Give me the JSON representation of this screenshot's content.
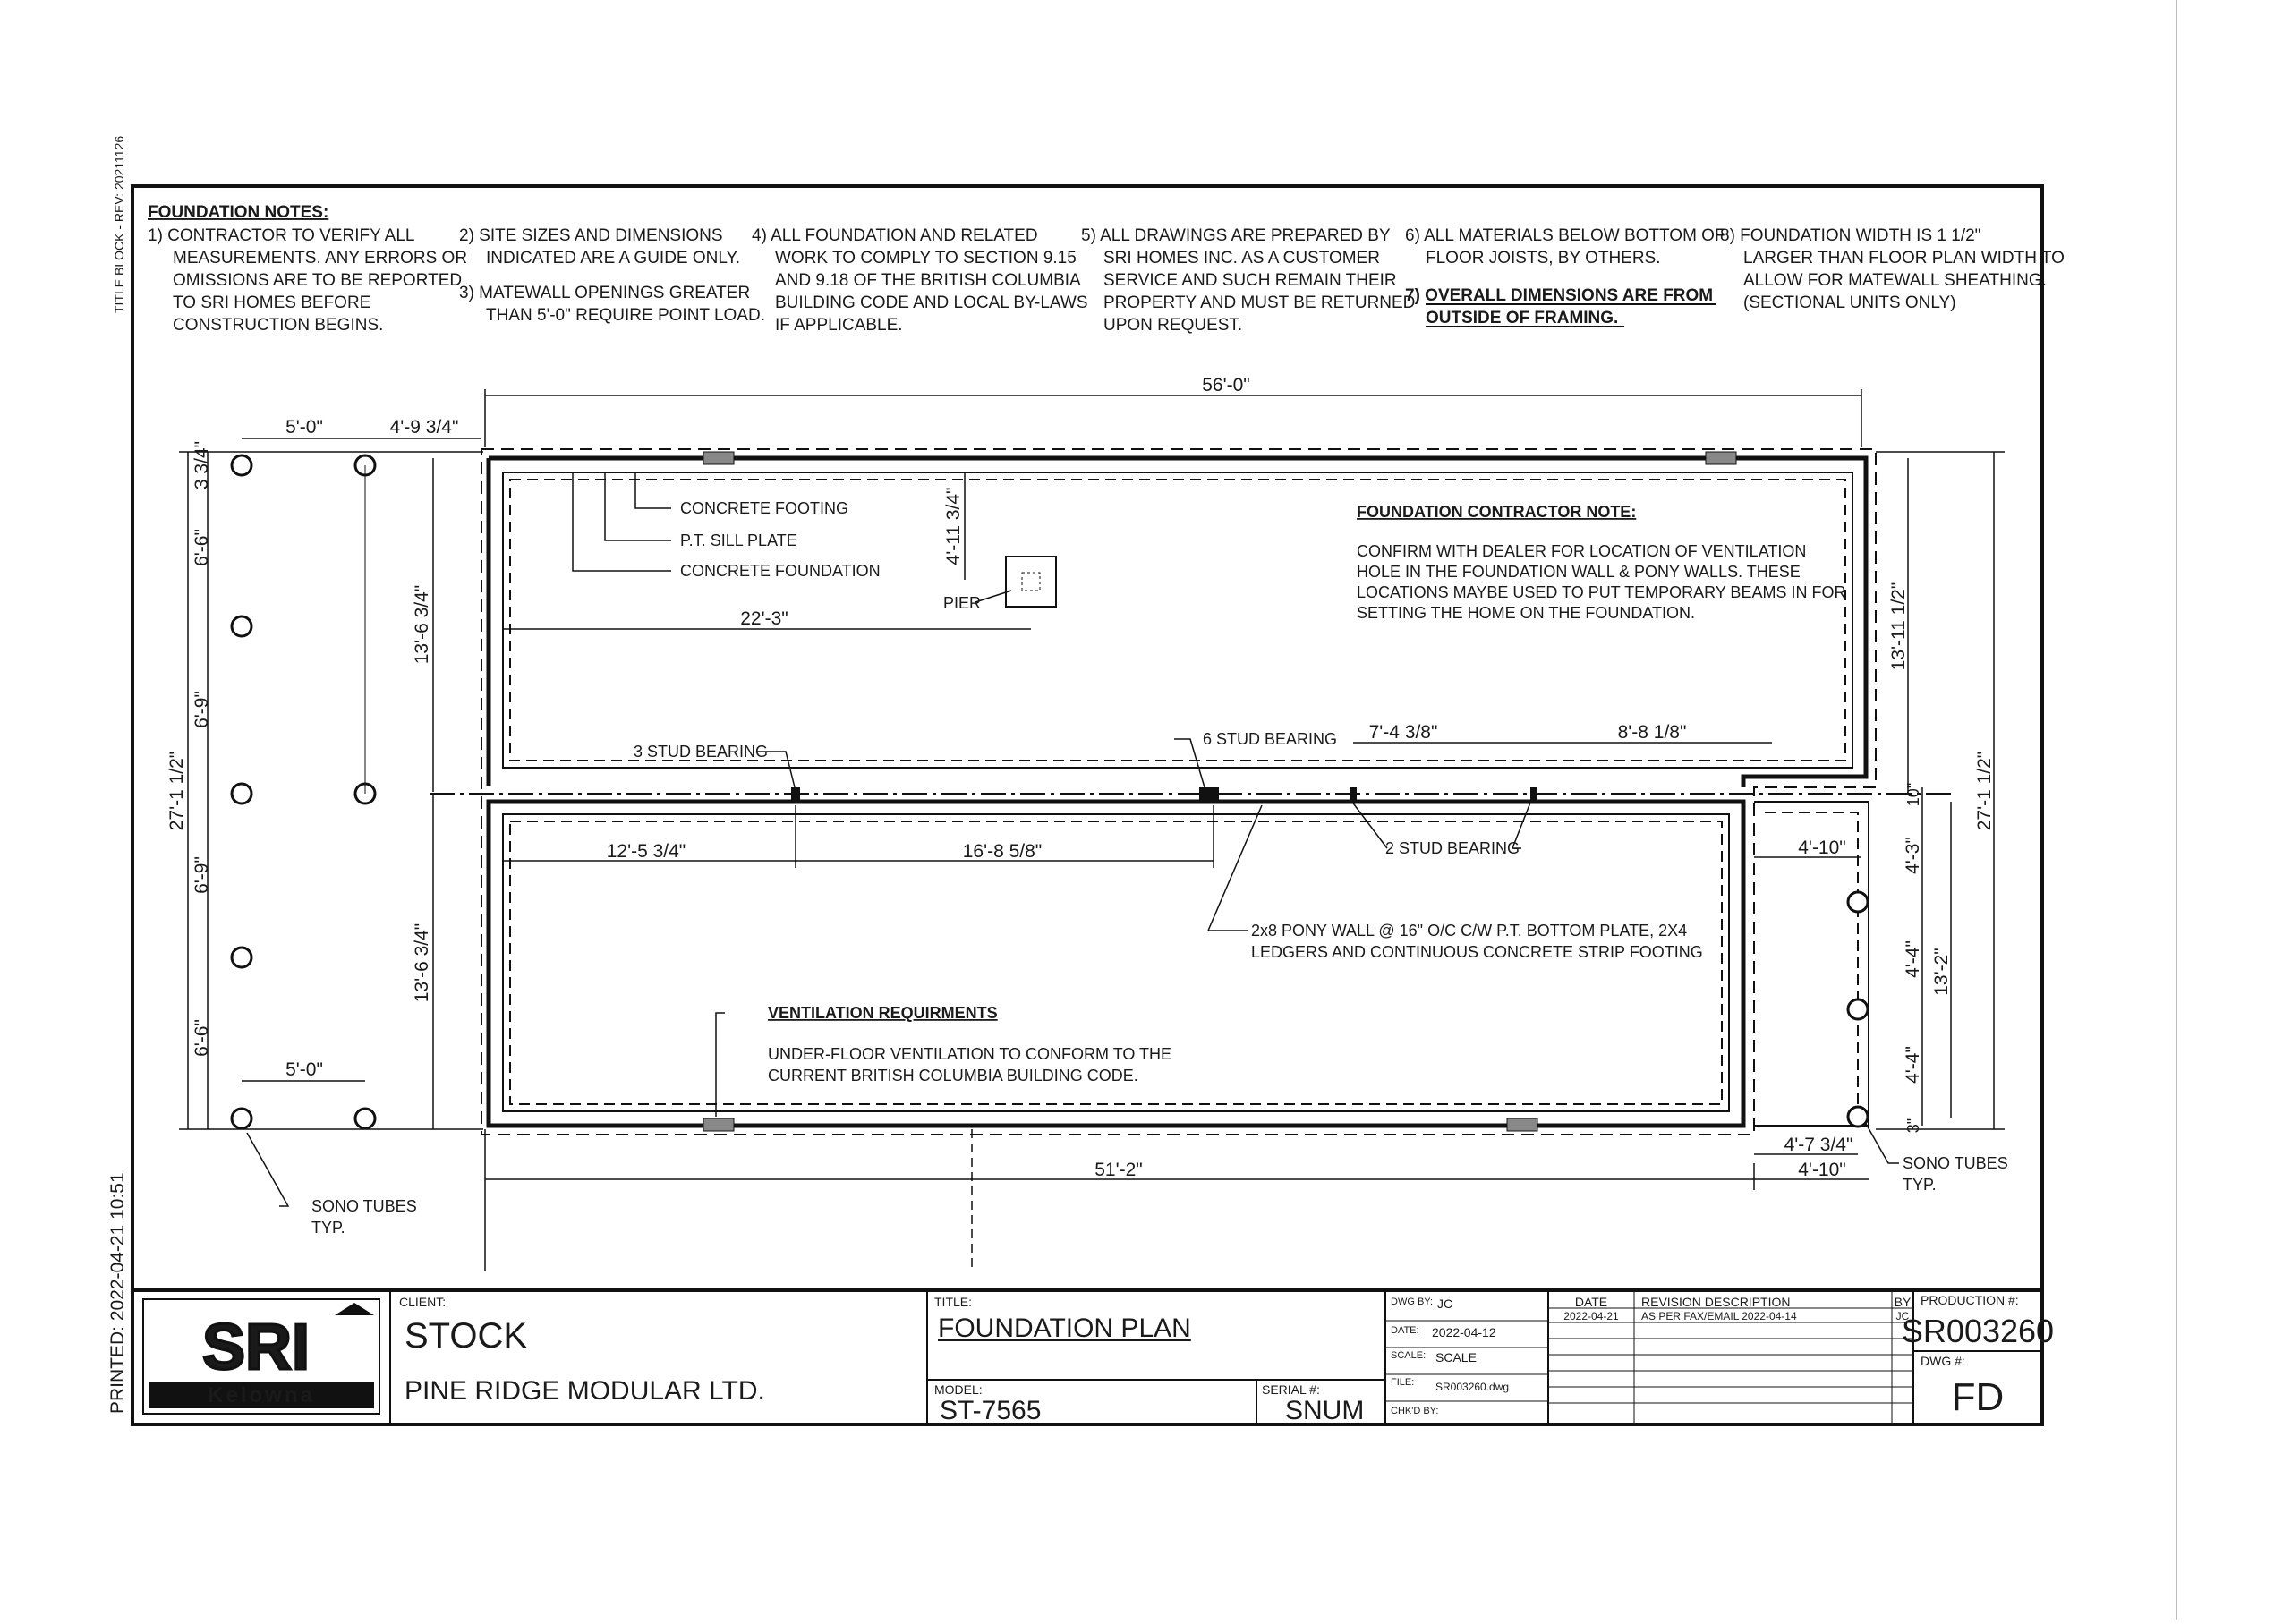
{
  "side_label": "TITLE BLOCK - REV: 20211126",
  "printed": "PRINTED: 2022-04-21  10:51",
  "notes": {
    "title": "FOUNDATION NOTES:",
    "n1": [
      "1) CONTRACTOR TO VERIFY ALL",
      "MEASUREMENTS. ANY ERRORS OR",
      "OMISSIONS ARE TO BE REPORTED",
      "TO SRI HOMES BEFORE",
      "CONSTRUCTION BEGINS."
    ],
    "n2": [
      "2) SITE SIZES AND DIMENSIONS",
      "INDICATED ARE A GUIDE ONLY."
    ],
    "n3": [
      "3) MATEWALL OPENINGS GREATER",
      "THAN 5'-0\" REQUIRE POINT LOAD."
    ],
    "n4": [
      "4) ALL FOUNDATION AND RELATED",
      "WORK TO COMPLY TO SECTION 9.15",
      "AND 9.18 OF THE BRITISH COLUMBIA",
      "BUILDING CODE AND LOCAL BY-LAWS",
      "IF APPLICABLE."
    ],
    "n5": [
      "5) ALL DRAWINGS ARE PREPARED BY",
      "SRI HOMES INC. AS A CUSTOMER",
      "SERVICE AND SUCH REMAIN THEIR",
      "PROPERTY AND MUST BE RETURNED",
      "UPON REQUEST."
    ],
    "n6": [
      "6) ALL MATERIALS BELOW BOTTOM OF",
      "FLOOR JOISTS, BY OTHERS."
    ],
    "n7": [
      "7) OVERALL DIMENSIONS ARE FROM",
      "OUTSIDE OF FRAMING."
    ],
    "n8": [
      "8) FOUNDATION WIDTH IS 1 1/2\"",
      "LARGER THAN FLOOR PLAN WIDTH TO",
      "ALLOW FOR MATEWALL SHEATHING.",
      "(SECTIONAL UNITS ONLY)"
    ]
  },
  "plan": {
    "dim_overall_top": "56'-0\"",
    "dim_overall_bottom": "51'-2\"",
    "dim_tube_spacing_top": "5'-0\"",
    "dim_tube_offset_top": "4'-9 3/4\"",
    "dim_tube_spacing_bottom": "5'-0\"",
    "dim_left_3_3_4": "3 3/4\"",
    "dim_left_6_6_a": "6'-6\"",
    "dim_left_6_9_a": "6'-9\"",
    "dim_left_6_9_b": "6'-9\"",
    "dim_left_6_6_b": "6'-6\"",
    "dim_left_total": "27'-1 1/2\"",
    "dim_half_top": "13'-6 3/4\"",
    "dim_half_bottom": "13'-6 3/4\"",
    "dim_pier_offset": "4'-11 3/4\"",
    "dim_pier_x": "22'-3\"",
    "dim_bearing_a": "12'-5 3/4\"",
    "dim_bearing_b": "16'-8 5/8\"",
    "dim_bearing_c": "7'-4 3/8\"",
    "dim_bearing_d": "8'-8 1/8\"",
    "dim_right_upper": "13'-11 1/2\"",
    "dim_right_total": "27'-1 1/2\"",
    "dim_right_10": "10\"",
    "dim_right_4_3": "4'-3\"",
    "dim_right_4_4_a": "4'-4\"",
    "dim_right_4_4_b": "4'-4\"",
    "dim_right_3": "3\"",
    "dim_right_13_2": "13'-2\"",
    "dim_notch_width": "4'-10\"",
    "dim_notch_a": "4'-7 3/4\"",
    "dim_notch_b": "4'-10\"",
    "label_concrete_footing": "CONCRETE FOOTING",
    "label_sill_plate": "P.T. SILL PLATE",
    "label_concrete_foundation": "CONCRETE FOUNDATION",
    "label_pier": "PIER",
    "label_3_stud": "3 STUD BEARING",
    "label_6_stud": "6 STUD BEARING",
    "label_2_stud": "2 STUD BEARING",
    "pony_wall": [
      "2x8 PONY WALL @ 16\" O/C  C/W P.T. BOTTOM PLATE, 2X4",
      "LEDGERS AND CONTINUOUS CONCRETE STRIP FOOTING"
    ],
    "contractor_title": "FOUNDATION CONTRACTOR NOTE:",
    "contractor_text": [
      "CONFIRM WITH DEALER FOR LOCATION OF VENTILATION",
      "HOLE IN THE FOUNDATION WALL & PONY WALLS.  THESE",
      "LOCATIONS MAYBE USED TO PUT TEMPORARY BEAMS IN FOR",
      "SETTING THE HOME ON THE FOUNDATION."
    ],
    "vent_title": "VENTILATION REQUIRMENTS",
    "vent_text": [
      "UNDER-FLOOR VENTILATION TO CONFORM TO THE",
      "CURRENT BRITISH COLUMBIA BUILDING CODE."
    ],
    "sono_left": [
      "SONO TUBES",
      "TYP."
    ],
    "sono_right": [
      "SONO TUBES",
      "TYP."
    ]
  },
  "title_block": {
    "logo_text": "SRI",
    "logo_city": "Kelowna",
    "client_label": "CLIENT:",
    "client_name": "STOCK",
    "client_company": "PINE RIDGE MODULAR LTD.",
    "title_label": "TITLE:",
    "title_value": "FOUNDATION PLAN",
    "model_label": "MODEL:",
    "model_value": "ST-7565",
    "serial_label": "SERIAL #:",
    "serial_value": "SNUM",
    "dwg_by_label": "DWG BY:",
    "dwg_by_value": "JC",
    "date_label": "DATE:",
    "date_value": "2022-04-12",
    "scale_label": "SCALE:",
    "scale_value": "SCALE",
    "file_label": "FILE:",
    "file_value": "SR003260.dwg",
    "chkd_label": "CHK'D BY:",
    "rev_date_header": "DATE",
    "rev_desc_header": "REVISION DESCRIPTION",
    "rev_by_header": "BY",
    "rev_row_date": "2022-04-21",
    "rev_row_desc": "AS PER FAX/EMAIL 2022-04-14",
    "rev_row_by": "JC",
    "production_label": "PRODUCTION #:",
    "production_value": "SR003260",
    "dwg_no_label": "DWG #:",
    "dwg_no_value": "FD"
  }
}
